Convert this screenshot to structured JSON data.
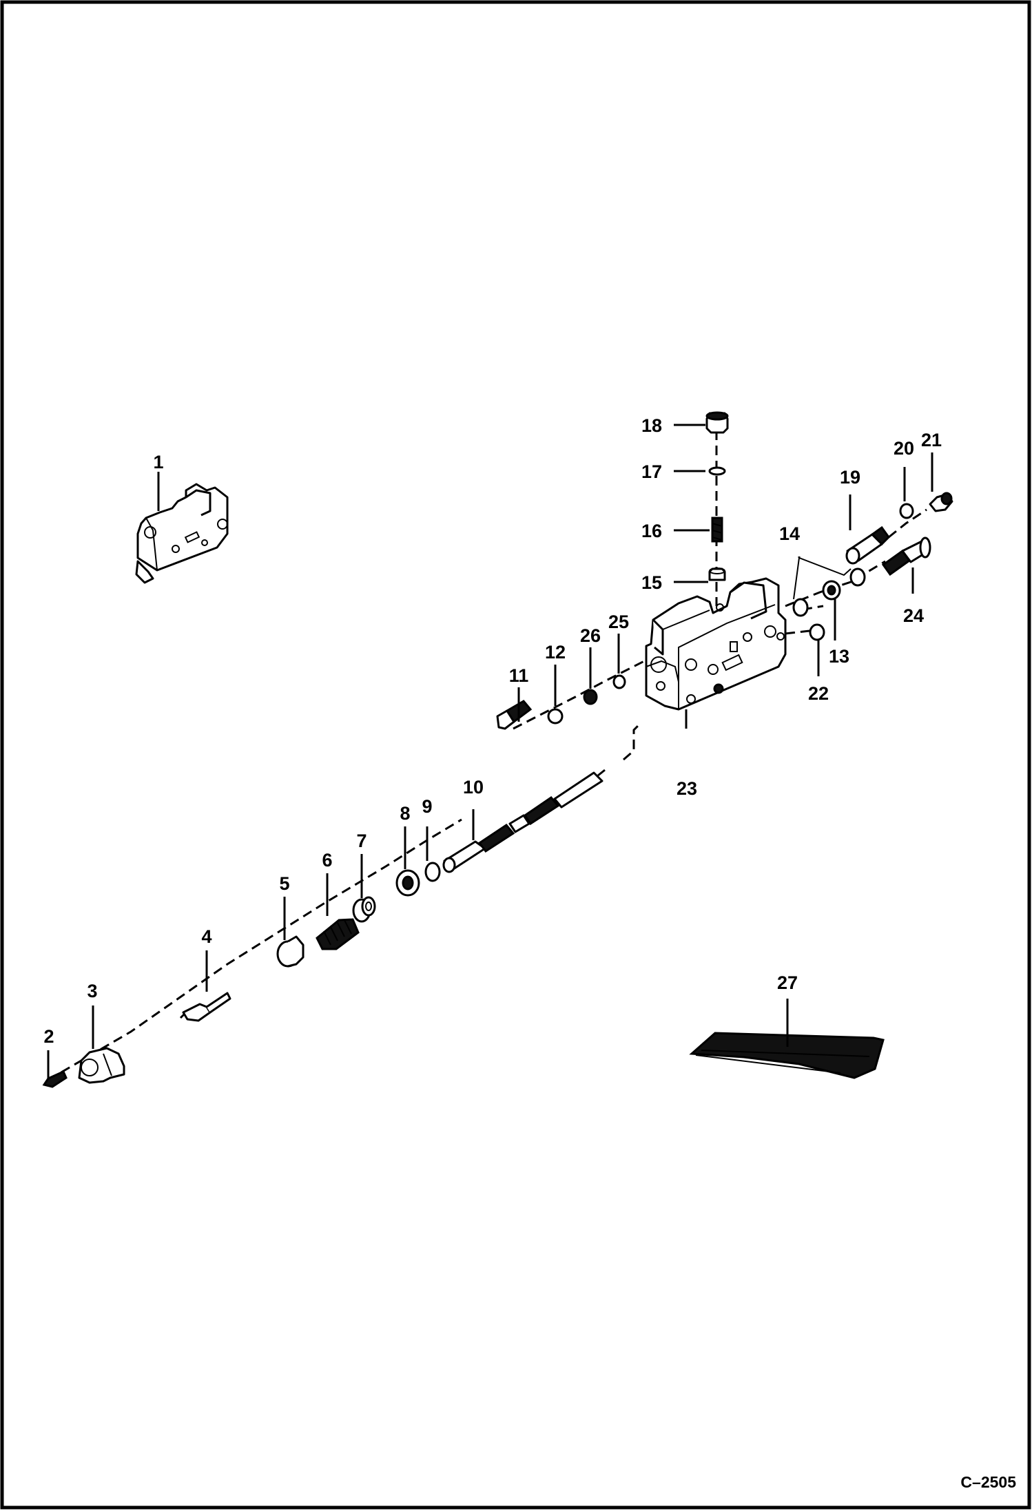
{
  "figure_code": "C–2505",
  "callouts": {
    "c1": "1",
    "c2": "2",
    "c3": "3",
    "c4": "4",
    "c5": "5",
    "c6": "6",
    "c7": "7",
    "c8": "8",
    "c9": "9",
    "c10": "10",
    "c11": "11",
    "c12": "12",
    "c13": "13",
    "c14": "14",
    "c15": "15",
    "c16": "16",
    "c17": "17",
    "c18": "18",
    "c19": "19",
    "c20": "20",
    "c21": "21",
    "c22": "22",
    "c23": "23",
    "c24": "24",
    "c25": "25",
    "c26": "26",
    "c27": "27"
  },
  "colors": {
    "line": "#000000",
    "background": "#ffffff"
  }
}
